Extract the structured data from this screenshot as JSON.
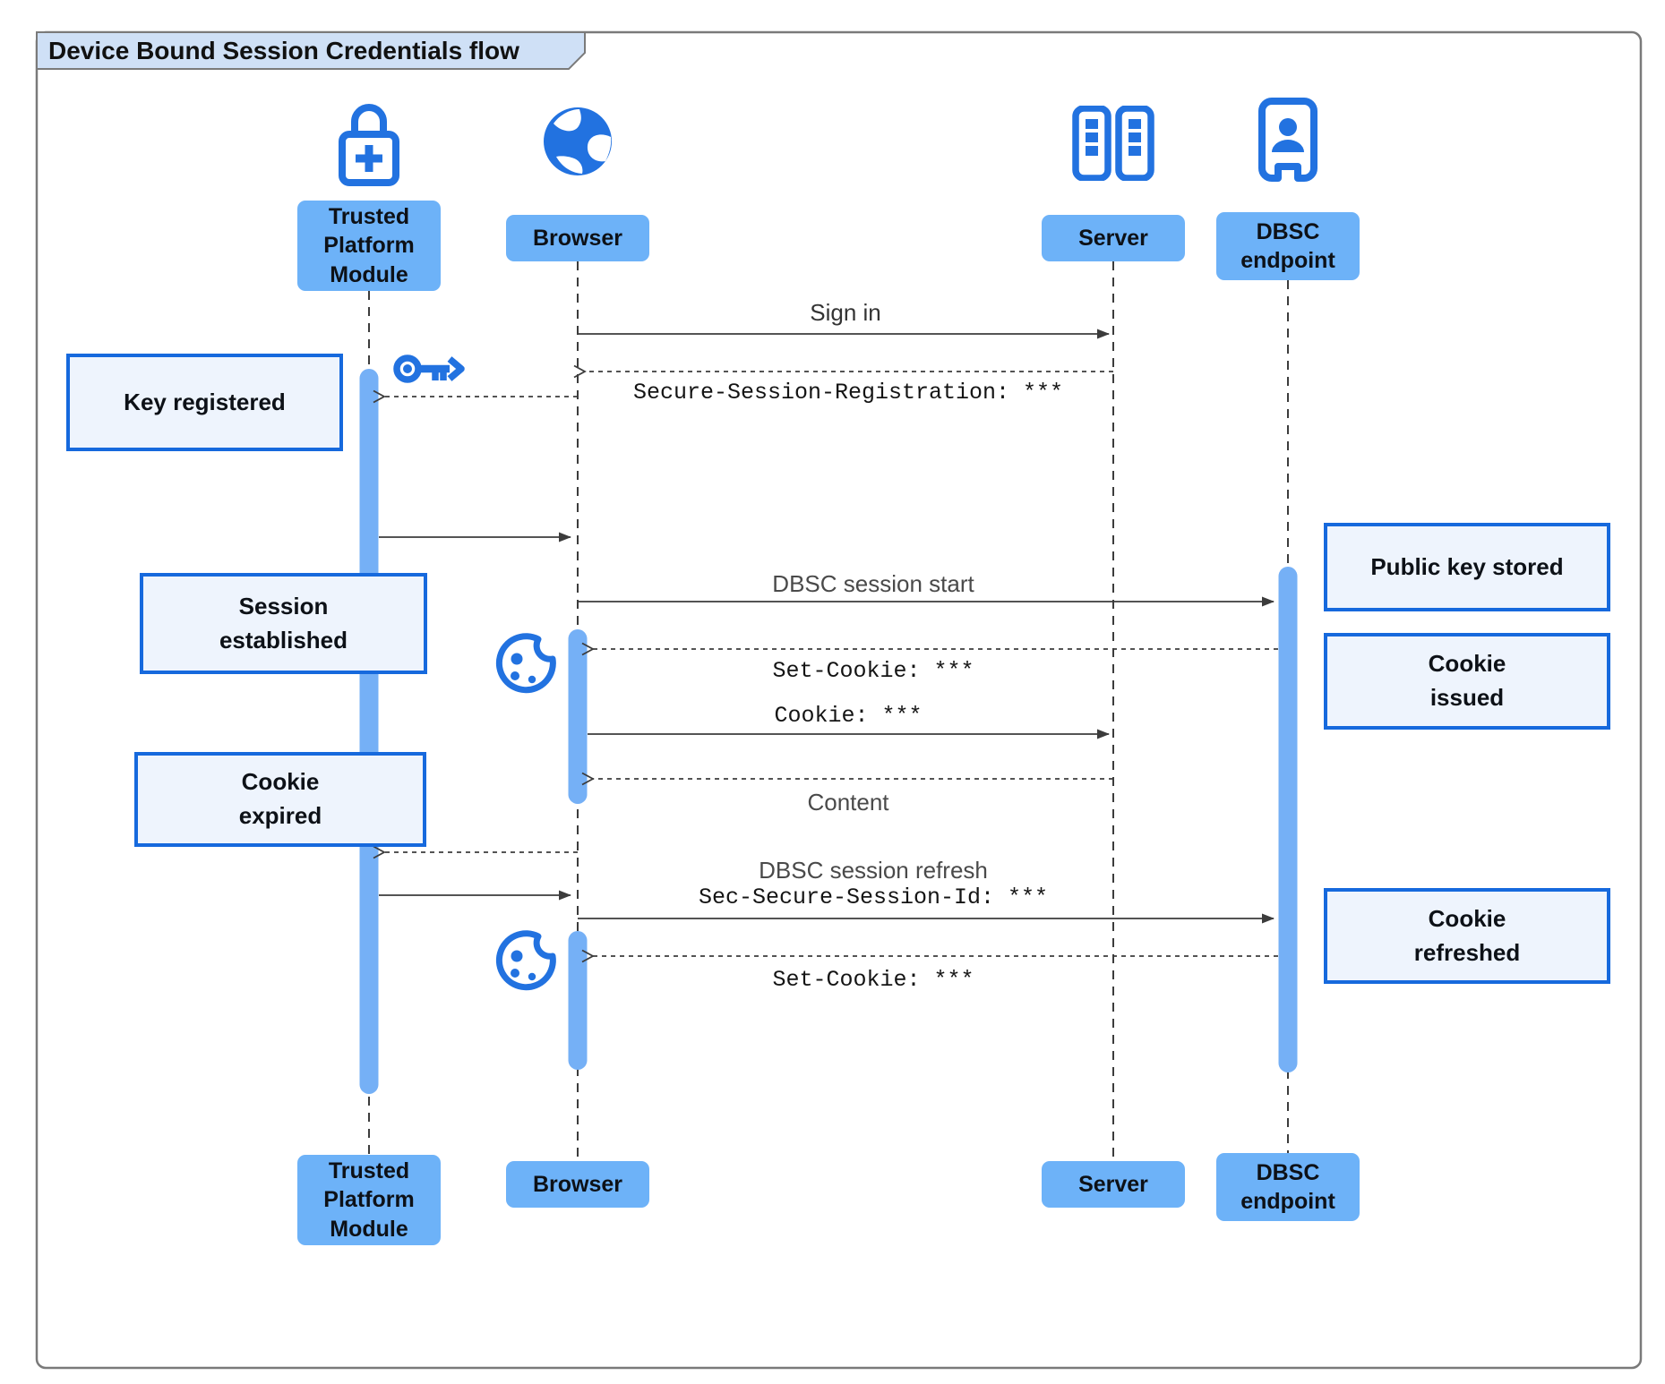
{
  "title": "Device Bound Session Credentials flow",
  "participants": {
    "tpm": {
      "label": "Trusted\nPlatform\nModule",
      "icon": "lock-plus-icon"
    },
    "browser": {
      "label": "Browser",
      "icon": "globe-icon"
    },
    "server": {
      "label": "Server",
      "icon": "server-rack-icon"
    },
    "dbsc": {
      "label": "DBSC\nendpoint",
      "icon": "doorway-person-icon"
    }
  },
  "messages": {
    "sign_in": "Sign in",
    "secure_session_registration": "Secure-Session-Registration: ***",
    "dbsc_session_start": "DBSC session start",
    "set_cookie_1": "Set-Cookie: ***",
    "cookie": "Cookie: ***",
    "content": "Content",
    "dbsc_session_refresh": "DBSC session refresh",
    "sec_secure_session_id": "Sec-Secure-Session-Id: ***",
    "set_cookie_2": "Set-Cookie: ***"
  },
  "notes": {
    "key_registered": "Key registered",
    "session_established": "Session\nestablished",
    "cookie_expired": "Cookie\nexpired",
    "public_key_stored": "Public key stored",
    "cookie_issued": "Cookie\nissued",
    "cookie_refreshed": "Cookie\nrefreshed"
  },
  "colors": {
    "icon_blue": "#2272e0",
    "participant_fill": "#6db2f8",
    "activation_fill": "#75b0f6",
    "note_fill": "#eef4fd",
    "note_border": "#1669dd",
    "title_fill": "#cfe0f6",
    "frame_border": "#7a7a7a",
    "line": "#3c3c3c"
  }
}
